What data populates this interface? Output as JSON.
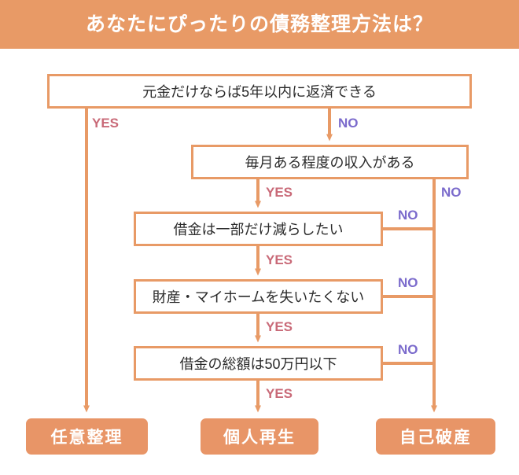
{
  "header": {
    "title": "あなたにぴったりの債務整理方法は？",
    "background_color": "#e89a66",
    "text_color": "#ffffff"
  },
  "colors": {
    "accent_orange": "#e89a66",
    "result_fill": "#e89567",
    "yes_label": "#c96a78",
    "no_label": "#7b6bcc",
    "box_border": "#e89a66",
    "box_text": "#2b2b2b",
    "page_background": "#ffffff"
  },
  "chart_data": {
    "type": "flowchart",
    "title": "あなたにぴったりの債務整理方法は？",
    "nodes": [
      {
        "id": "q0",
        "kind": "question",
        "label": "元金だけならば5年以内に返済できる"
      },
      {
        "id": "q1",
        "kind": "question",
        "label": "毎月ある程度の収入がある"
      },
      {
        "id": "q2",
        "kind": "question",
        "label": "借金は一部だけ減らしたい"
      },
      {
        "id": "q3",
        "kind": "question",
        "label": "財産・マイホームを失いたくない"
      },
      {
        "id": "q4",
        "kind": "question",
        "label": "借金の総額は50万円以下"
      },
      {
        "id": "r0",
        "kind": "result",
        "label": "任意整理"
      },
      {
        "id": "r1",
        "kind": "result",
        "label": "個人再生"
      },
      {
        "id": "r2",
        "kind": "result",
        "label": "自己破産"
      }
    ],
    "edges": [
      {
        "from": "q0",
        "to": "r0",
        "label": "YES"
      },
      {
        "from": "q0",
        "to": "q1",
        "label": "NO"
      },
      {
        "from": "q1",
        "to": "q2",
        "label": "YES"
      },
      {
        "from": "q1",
        "to": "r2",
        "label": "NO"
      },
      {
        "from": "q2",
        "to": "q3",
        "label": "YES"
      },
      {
        "from": "q2",
        "to": "r2",
        "label": "NO"
      },
      {
        "from": "q3",
        "to": "q4",
        "label": "YES"
      },
      {
        "from": "q3",
        "to": "r2",
        "label": "NO"
      },
      {
        "from": "q4",
        "to": "r1",
        "label": "YES"
      },
      {
        "from": "q4",
        "to": "r2",
        "label": "NO"
      }
    ]
  },
  "questions": [
    {
      "label": "元金だけならば5年以内に返済できる"
    },
    {
      "label": "毎月ある程度の収入がある"
    },
    {
      "label": "借金は一部だけ減らしたい"
    },
    {
      "label": "財産・マイホームを失いたくない"
    },
    {
      "label": "借金の総額は50万円以下"
    }
  ],
  "results": [
    {
      "label": "任意整理"
    },
    {
      "label": "個人再生"
    },
    {
      "label": "自己破産"
    }
  ],
  "edge_labels": {
    "yes": "YES",
    "no": "NO"
  }
}
